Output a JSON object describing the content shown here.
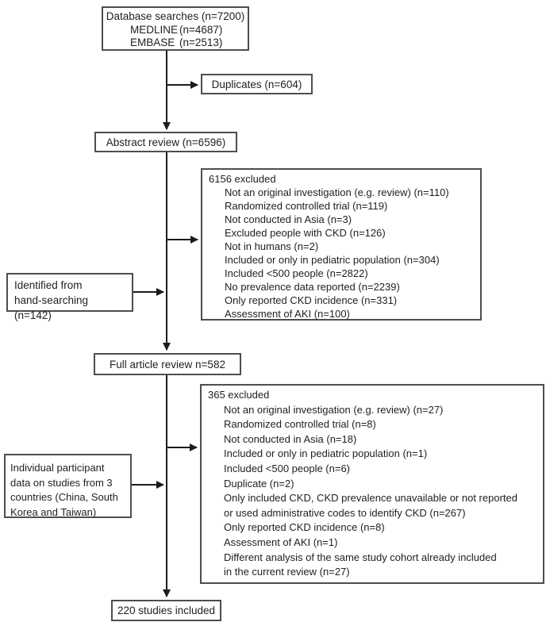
{
  "diagram": {
    "title": "Study selection flow diagram",
    "colors": {
      "background": "#ffffff",
      "box_border": "#4e4e4e",
      "text": "#1f1f1f",
      "arrow": "#1c1c1c"
    },
    "boxes": {
      "database": {
        "title": "Database searches (n=7200)",
        "rows": [
          {
            "name": "MEDLINE",
            "n": "(n=4687)"
          },
          {
            "name": "EMBASE",
            "n": "(n=2513)"
          }
        ]
      },
      "duplicates": {
        "label": "Duplicates (n=604)"
      },
      "abstract": {
        "label": "Abstract review (n=6596)"
      },
      "excluded1": {
        "header": "6156 excluded",
        "items": [
          "Not an original investigation (e.g. review) (n=110)",
          "Randomized controlled trial (n=119)",
          "Not conducted in Asia (n=3)",
          "Excluded people with CKD (n=126)",
          "Not in humans (n=2)",
          "Included or only in pediatric population (n=304)",
          "Included <500 people (n=2822)",
          "No prevalence data reported (n=2239)",
          "Only reported CKD incidence (n=331)",
          "Assessment of AKI (n=100)"
        ]
      },
      "hand_search": {
        "label": "Identified from\nhand-searching (n=142)"
      },
      "full_article": {
        "label": "Full article review n=582"
      },
      "excluded2": {
        "header": "365 excluded",
        "items": [
          "Not an original investigation (e.g. review) (n=27)",
          "Randomized controlled trial (n=8)",
          "Not conducted in Asia (n=18)",
          "Included or only in pediatric population (n=1)",
          "Included <500 people (n=6)",
          "Duplicate (n=2)",
          "Only included CKD, CKD prevalence unavailable or not reported\nor used administrative codes to identify CKD (n=267)",
          "Only reported CKD incidence (n=8)",
          "Assessment of AKI (n=1)",
          "Different analysis of the same study cohort already included\nin the current review (n=27)"
        ]
      },
      "ipd": {
        "label": "Individual participant\ndata on studies from 3\ncountries (China, South\nKorea and Taiwan)"
      },
      "included": {
        "label": "220 studies included"
      }
    }
  }
}
